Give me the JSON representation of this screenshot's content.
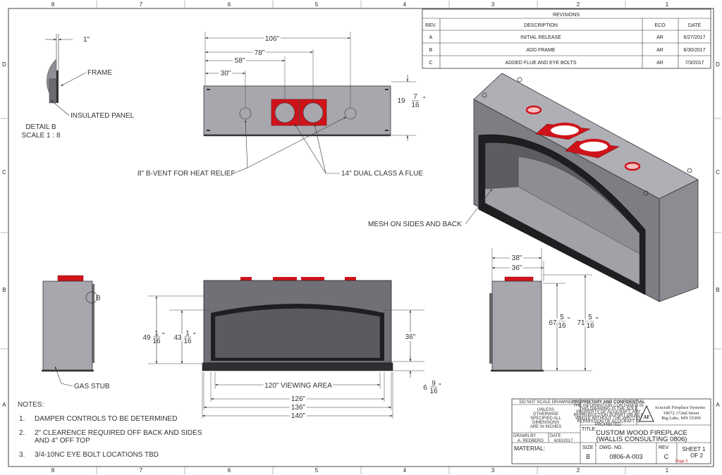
{
  "border": {
    "cols_top": [
      "8",
      "7",
      "6",
      "5",
      "4",
      "3",
      "2",
      "1"
    ],
    "cols_bottom": [
      "8",
      "7",
      "6",
      "5",
      "4",
      "3",
      "2",
      "1"
    ],
    "rows_left": [
      "D",
      "C",
      "B",
      "A"
    ],
    "rows_right": [
      "D",
      "C",
      "B",
      "A"
    ]
  },
  "revisions": {
    "title": "REVISIONS",
    "headers": [
      "REV.",
      "DESCRIPTION",
      "ECO",
      "DATE"
    ],
    "rows": [
      [
        "A",
        "INITIAL RELEASE",
        "AR",
        "6/27/2017"
      ],
      [
        "B",
        "ADD FRAME",
        "AR",
        "6/30/2017"
      ],
      [
        "C",
        "ADDED FLUE AND EYE BOLTS",
        "AR",
        "7/3/2017"
      ]
    ]
  },
  "detail_b": {
    "dim_1": "1\"",
    "frame": "FRAME",
    "insulated_panel": "INSULATED PANEL",
    "title": "DETAIL B",
    "scale": "SCALE 1 : 8"
  },
  "top_view": {
    "dim_106": "106\"",
    "dim_78": "78\"",
    "dim_58": "58\"",
    "dim_30": "30\"",
    "depth_whole": "19",
    "depth_num": "7",
    "depth_den": "16",
    "depth_unit": "\"",
    "bvent_label": "8\" B-VENT FOR HEAT RELIEF",
    "flue_label": "14\" DUAL CLASS A FLUE"
  },
  "iso_view": {
    "mesh_label": "MESH ON SIDES AND BACK"
  },
  "left_view": {
    "callout_b": "B",
    "gas_stub": "GAS STUB"
  },
  "front_view": {
    "h1_whole": "49",
    "h1_num": "1",
    "h1_den": "16",
    "h1_unit": "\"",
    "h2_whole": "43",
    "h2_num": "1",
    "h2_den": "16",
    "h2_unit": "\"",
    "dim_36": "36\"",
    "base_whole": "6",
    "base_num": "9",
    "base_den": "16",
    "base_unit": "\"",
    "viewing": "120\" VIEWING AREA",
    "dim_126": "126\"",
    "dim_136": "136\"",
    "dim_140": "140\""
  },
  "side_view": {
    "dim_38": "38\"",
    "dim_36": "36\"",
    "h1_whole": "67",
    "h1_num": "5",
    "h1_den": "16",
    "h1_unit": "\"",
    "h2_whole": "71",
    "h2_num": "5",
    "h2_den": "16",
    "h2_unit": "\""
  },
  "notes": {
    "title": "NOTES:",
    "items": [
      {
        "num": "1.",
        "lines": [
          "DAMPER CONTROLS TO BE DETERMINED"
        ]
      },
      {
        "num": "2.",
        "lines": [
          "2\" CLEARENCE REQUIRED OFF BACK AND SIDES",
          "AND 4\" OFF TOP"
        ]
      },
      {
        "num": "3.",
        "lines": [
          "3/4-10NC EYE BOLT LOCATIONS TBD"
        ]
      }
    ]
  },
  "title_block": {
    "do_not_scale": "DO NOT SCALE DRAWING",
    "unless": [
      "UNLESS",
      "OTHERWISE",
      "SPECIFIED ALL",
      "DIMENSIONS",
      "ARE IN INCHES"
    ],
    "proprietary_title": "PROPRIETARY AND CONFIDENTIAL",
    "proprietary_lines": [
      "THE INFORMATION CONTAINED IN",
      "THIS DRAWING IS THE SOLE",
      "PROPERTY OF ACUCRAFT. ANY",
      "REPRODUCTION IN PART OR AS A",
      "WHOLE WITHOUT THE WRITTEN",
      "PERMISSION OF ACUCRAFT IS",
      "PROHIBITED."
    ],
    "company": [
      "Acucraft Fireplace Systems",
      "19672 172nd Street",
      "Big Lake, MN 55309"
    ],
    "logo_text": "AF",
    "drawn_by_label": "DRAWN BY",
    "drawn_by": "A. REDBERG",
    "date_label": "DATE",
    "date": "6/30/2017",
    "material_label": "MATERIAL:",
    "title_label": "TITLE:",
    "title_lines": [
      "CUSTOM WOOD FIREPLACE",
      "(WALLIS CONSULTING 0806)"
    ],
    "size_label": "SIZE",
    "size": "B",
    "dwg_label": "DWG. NO.",
    "dwg": "0806-A-003",
    "rev_label": "REV",
    "rev": "C",
    "sheet_lines": [
      "SHEET 1",
      "OF 2"
    ],
    "page_mark": "Page 2"
  },
  "colors": {
    "steel": "#8f8e96",
    "steel_light": "#a8a7ae",
    "steel_dark": "#3a3a3f",
    "flue_red": "#d0131a",
    "line": "#222222"
  }
}
